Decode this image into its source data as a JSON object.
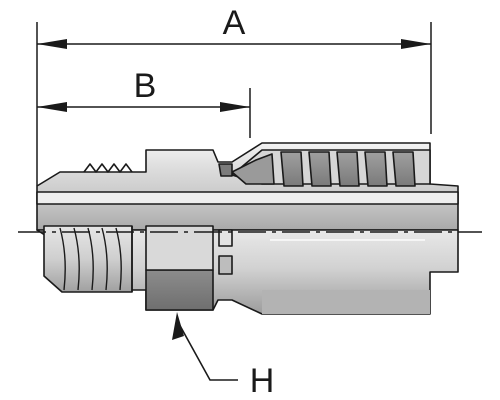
{
  "labels": {
    "overall_length": "A",
    "cut_off_length": "B",
    "hex": "H"
  },
  "colors": {
    "line": "#1a1a1a",
    "metal_light": "#e2e2e2",
    "metal_mid": "#c6c6c6",
    "metal_dark": "#8a8a8a",
    "shadow": "#6a6a6a",
    "background": "#ffffff"
  },
  "icons": {
    "dimension_arrow": "filled-triangle-arrowhead"
  }
}
